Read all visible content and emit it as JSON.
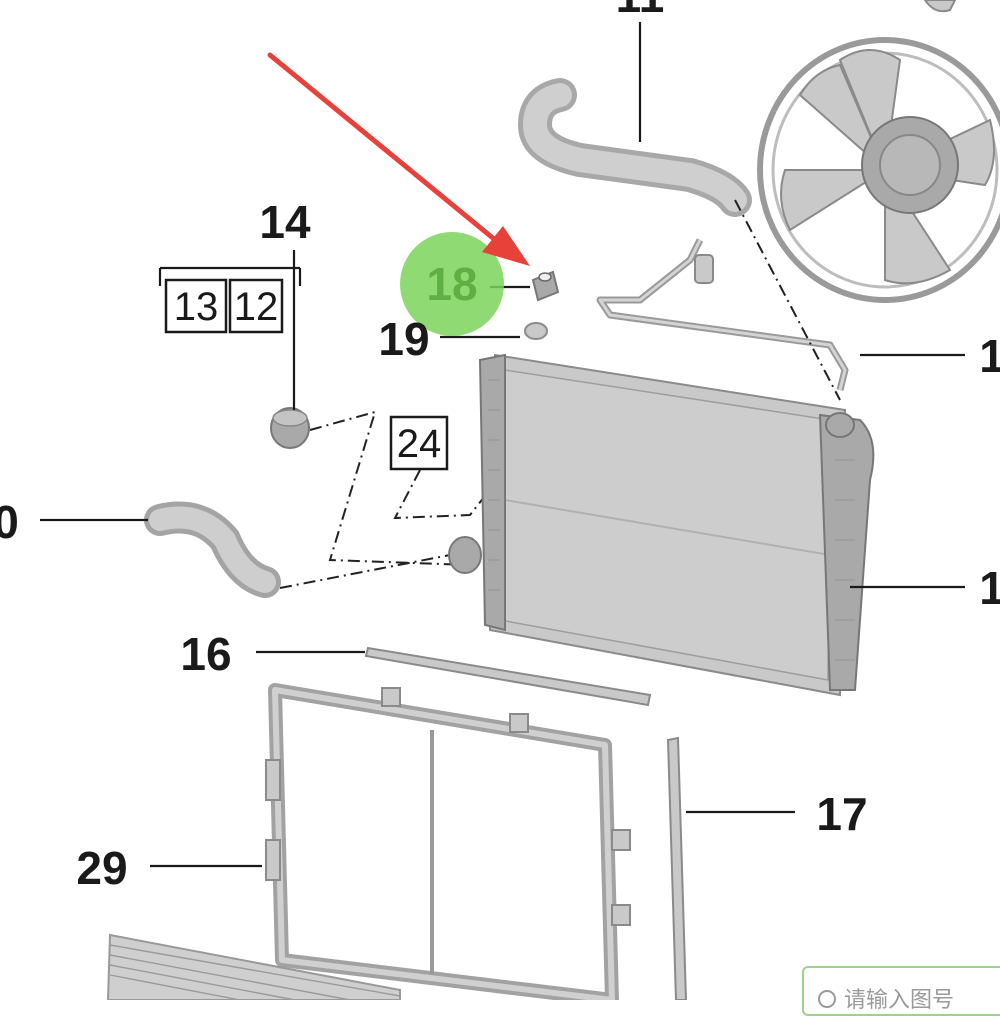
{
  "callouts": {
    "c11": "11",
    "c14": "14",
    "c13": "13",
    "c12": "12",
    "c18": "18",
    "c19": "19",
    "c24": "24",
    "c10": "0",
    "c16": "16",
    "c17": "17",
    "c29": "29",
    "c1a": "1",
    "c1b": "1"
  },
  "search": {
    "placeholder": "请输入图号"
  },
  "colors": {
    "highlight": "#7cd35a",
    "arrow": "#e8413a",
    "part": "#c9c9c9",
    "search_border": "#9bd38a"
  }
}
